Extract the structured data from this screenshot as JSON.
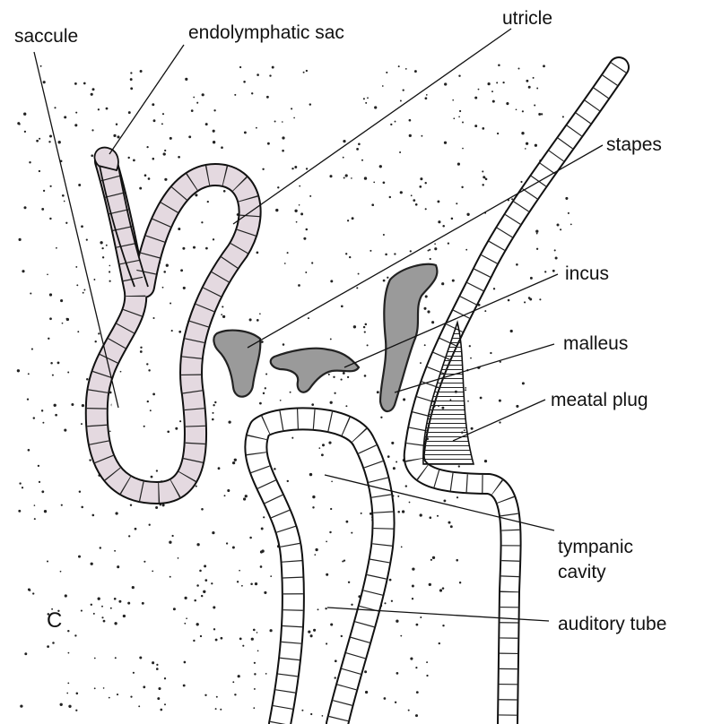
{
  "labels": {
    "saccule": "saccule",
    "endolymphatic_sac": "endolymphatic sac",
    "utricle": "utricle",
    "stapes": "stapes",
    "incus": "incus",
    "malleus": "malleus",
    "meatal_plug": "meatal plug",
    "tympanic_cavity_line1": "tympanic",
    "tympanic_cavity_line2": "cavity",
    "auditory_tube": "auditory tube"
  },
  "panel_letter": "C",
  "colors": {
    "ink": "#111111",
    "ossicle_fill": "#9a9a9a",
    "membranous_labyrinth_fill": "#e4d9e0",
    "background": "#ffffff"
  }
}
